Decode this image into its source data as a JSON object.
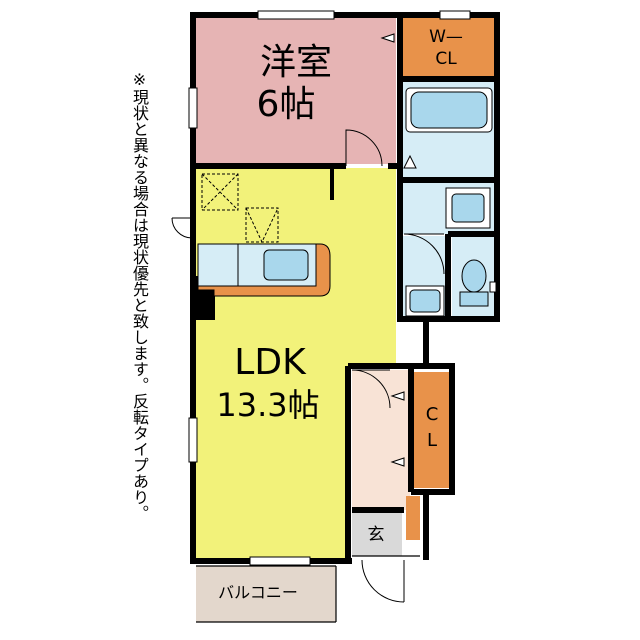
{
  "notice": "※現状と異なる場合は現状優先と致します。反転タイプあり。",
  "rooms": {
    "western": {
      "name": "洋室",
      "size": "6帖"
    },
    "walk_in_closet": {
      "line1": "W—",
      "line2": "CL"
    },
    "ldk": {
      "name": "LDK",
      "size": "13.3帖"
    },
    "closet": {
      "line1": "C",
      "line2": "L"
    },
    "entrance": {
      "name": "玄"
    },
    "balcony": {
      "name": "バルコニー"
    }
  },
  "colors": {
    "western": "#e6b4b4",
    "ldk": "#f2f27a",
    "closet": "#e8924a",
    "wet_area": "#d6edf6",
    "fixture": "#a9d7ec",
    "hall": "#f8e3d6",
    "entrance": "#d9d9d9",
    "balcony": "#e3d7cc",
    "wall": "#000000"
  }
}
